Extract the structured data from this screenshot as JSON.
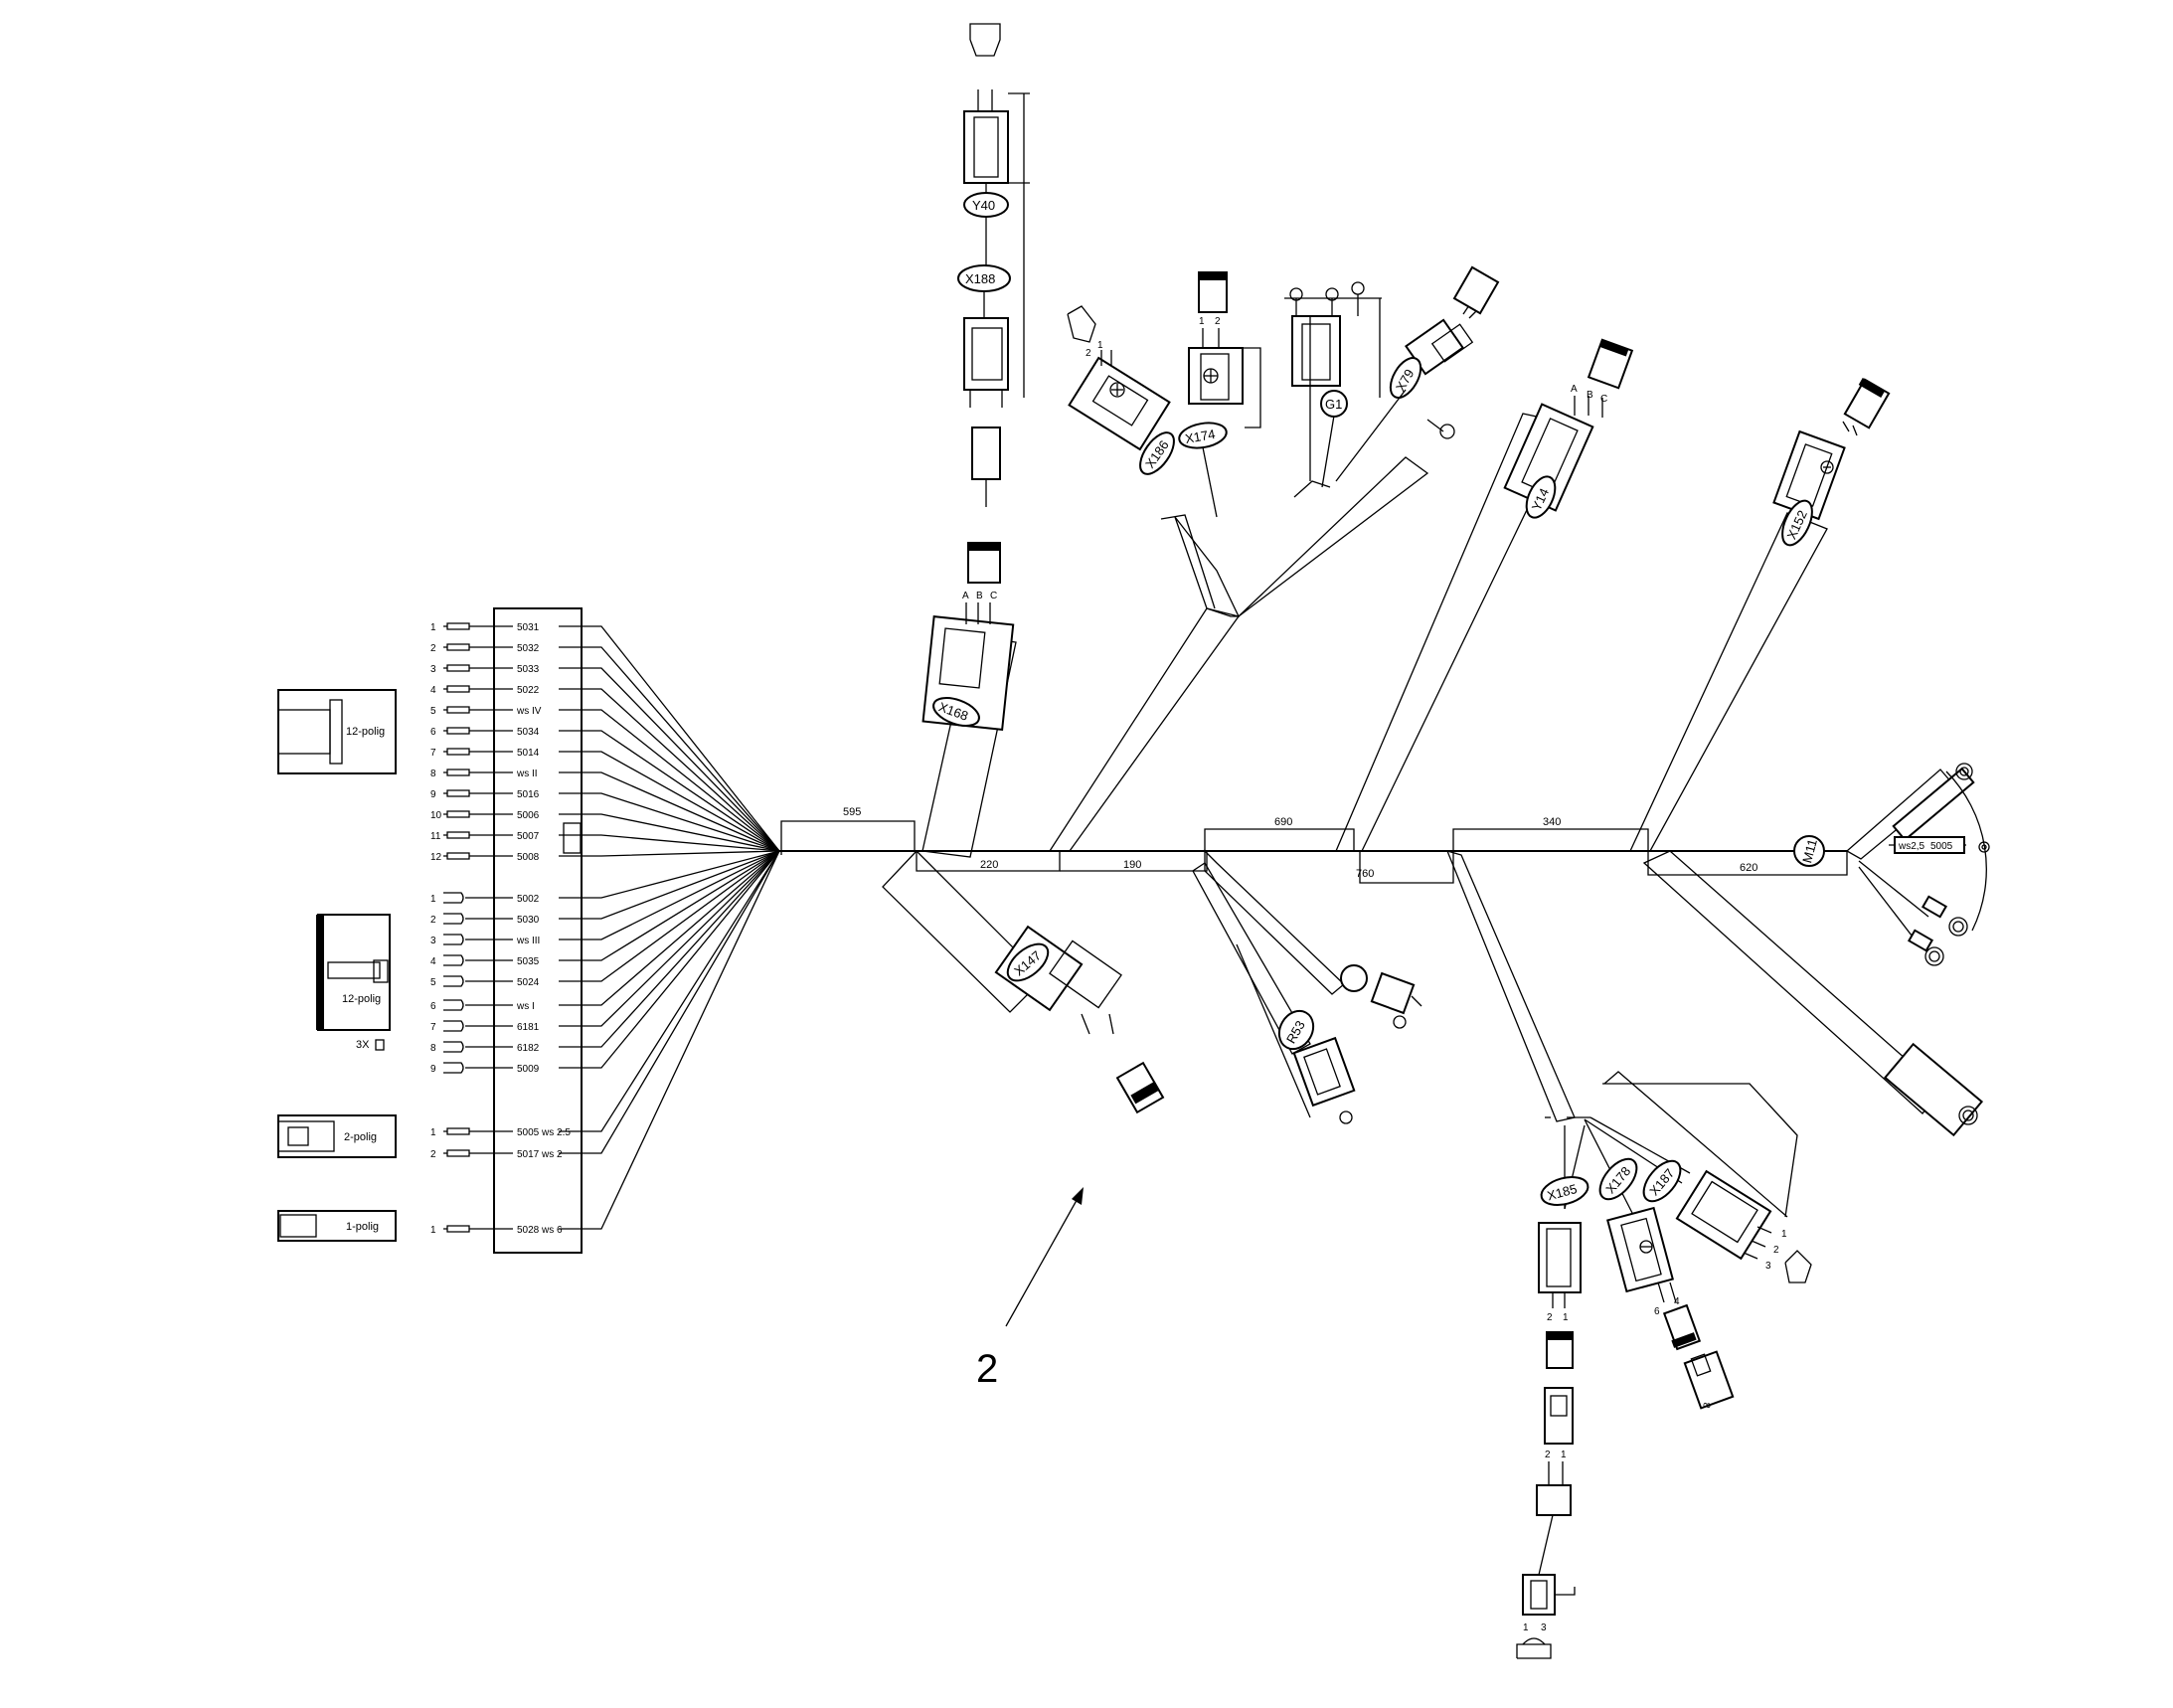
{
  "connector_block": {
    "pins": [
      {
        "pin": "1",
        "wire": "5031"
      },
      {
        "pin": "2",
        "wire": "5032"
      },
      {
        "pin": "3",
        "wire": "5033"
      },
      {
        "pin": "4",
        "wire": "5022"
      },
      {
        "pin": "5",
        "wire": "ws IV"
      },
      {
        "pin": "6",
        "wire": "5034"
      },
      {
        "pin": "7",
        "wire": "5014"
      },
      {
        "pin": "8",
        "wire": "ws II"
      },
      {
        "pin": "9",
        "wire": "5016"
      },
      {
        "pin": "10",
        "wire": "5006"
      },
      {
        "pin": "11",
        "wire": "5007"
      },
      {
        "pin": "12",
        "wire": "5008"
      },
      {
        "pin": "1",
        "wire": "5002"
      },
      {
        "pin": "2",
        "wire": "5030"
      },
      {
        "pin": "3",
        "wire": "ws III"
      },
      {
        "pin": "4",
        "wire": "5035"
      },
      {
        "pin": "5",
        "wire": "5024"
      },
      {
        "pin": "6",
        "wire": "ws I"
      },
      {
        "pin": "7",
        "wire": "6181"
      },
      {
        "pin": "8",
        "wire": "6182"
      },
      {
        "pin": "9",
        "wire": "5009"
      },
      {
        "pin": "1",
        "wire": "5005 ws 2.5"
      },
      {
        "pin": "2",
        "wire": "5017 ws 2"
      },
      {
        "pin": "1",
        "wire": "5028 ws 6"
      }
    ]
  },
  "plugs": {
    "p1": "12-polig",
    "p2": "12-polig",
    "p2_note": "3X",
    "p3": "2-polig",
    "p4": "1-polig"
  },
  "dimensions": {
    "d595": "595",
    "d220": "220",
    "d190": "190",
    "d690": "690",
    "d760": "760",
    "d340": "340",
    "d620": "620"
  },
  "components": {
    "Y40": "Y40",
    "X188": "X188",
    "X186": "X186",
    "X174": "X174",
    "G1": "G1",
    "X79": "X79",
    "Y14": "Y14",
    "X152": "X152",
    "X168": "X168",
    "X147": "X147",
    "R53": "R53",
    "X185": "X185",
    "X178": "X178",
    "X187": "X187",
    "M11": "M11"
  },
  "pin_labels": {
    "abc1": [
      "A",
      "B",
      "C"
    ],
    "abc2": [
      "A",
      "B",
      "C"
    ],
    "x186_pins": [
      "2",
      "1"
    ],
    "x174_pins": [
      "1",
      "2"
    ],
    "x185_pins_a": [
      "2",
      "1"
    ],
    "x185_pins_b": [
      "2",
      "1"
    ],
    "x185_pins_c": [
      "1",
      "3"
    ],
    "x178_pins": [
      "6",
      "4"
    ],
    "x187_pins": [
      "1",
      "2",
      "3"
    ]
  },
  "misc": {
    "ws_label": "ws2,5",
    "ws_wire": "5005",
    "small_8": "8",
    "pos_number": "2"
  }
}
